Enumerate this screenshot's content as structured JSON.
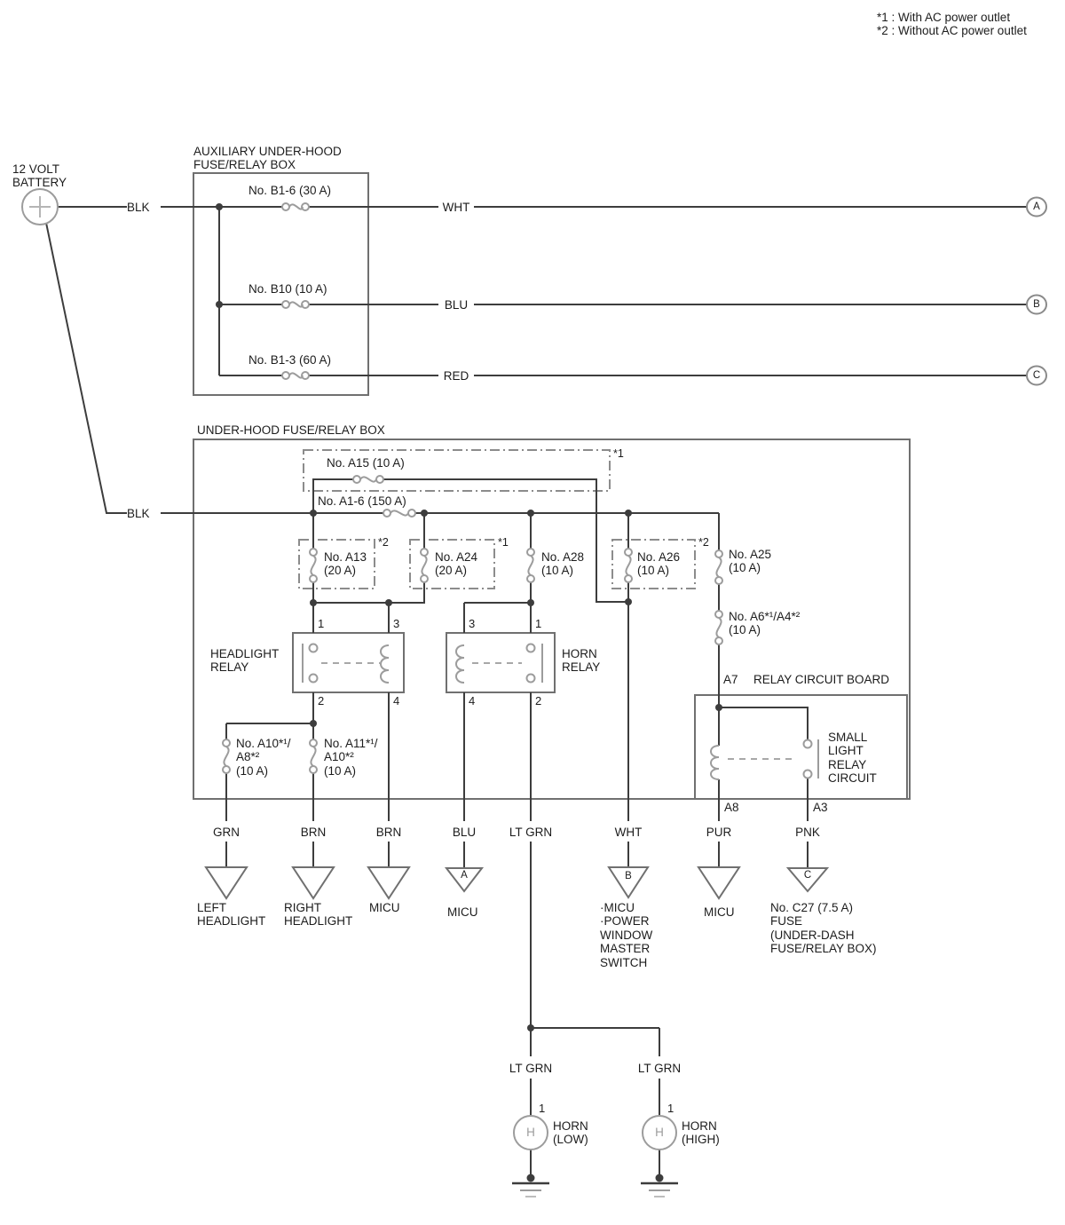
{
  "colors": {
    "ink": "#1c1c1c",
    "wire": "#3d3d3d",
    "box": "#707070",
    "symbol": "#9c9c9c",
    "dashdot": "#8c8c8c",
    "bg": "#ffffff"
  },
  "notes": {
    "text": "*1 : With AC power outlet\n*2 : Without AC power outlet"
  },
  "battery": {
    "label": "12 VOLT\nBATTERY"
  },
  "battery_wire": {
    "label1": "BLK",
    "label2": "BLK"
  },
  "aux_box": {
    "title": "AUXILIARY UNDER-HOOD\nFUSE/RELAY BOX",
    "rows": [
      {
        "fuse": "No. B1-6 (30 A)",
        "wire": "WHT",
        "connector": "A"
      },
      {
        "fuse": "No. B10 (10 A)",
        "wire": "BLU",
        "connector": "B"
      },
      {
        "fuse": "No. B1-3 (60 A)",
        "wire": "RED",
        "connector": "C"
      }
    ]
  },
  "underhood_box": {
    "title": "UNDER-HOOD FUSE/RELAY BOX",
    "fuses": {
      "a15": {
        "label": "No. A15 (10 A)",
        "tag": "*1"
      },
      "a1_6": {
        "label": "No. A1-6 (150 A)"
      },
      "a13": {
        "label": "No. A13\n(20 A)",
        "tag": "*2"
      },
      "a24": {
        "label": "No. A24\n(20 A)",
        "tag": "*1"
      },
      "a28": {
        "label": "No. A28\n(10 A)"
      },
      "a26": {
        "label": "No. A26\n(10 A)",
        "tag": "*2"
      },
      "a25": {
        "label": "No. A25\n(10 A)"
      },
      "a6_a4": {
        "label": "No. A6*¹/A4*²\n(10 A)"
      },
      "a10_a8": {
        "label": "No. A10*¹/\nA8*²\n(10 A)"
      },
      "a11_a10": {
        "label": "No. A11*¹/\nA10*²\n(10 A)"
      }
    },
    "headlight_relay": {
      "label": "HEADLIGHT\nRELAY",
      "pin_top_left": "1",
      "pin_top_right": "3",
      "pin_bottom_left": "2",
      "pin_bottom_right": "4"
    },
    "horn_relay": {
      "label": "HORN\nRELAY",
      "pin_top_left": "3",
      "pin_top_right": "1",
      "pin_bottom_left": "4",
      "pin_bottom_right": "2"
    },
    "relay_circuit_board": {
      "title": "RELAY CIRCUIT BOARD",
      "pin_in": "A7",
      "pin_coil": "A8",
      "pin_contact": "A3",
      "relay_label": "SMALL\nLIGHT\nRELAY\nCIRCUIT"
    }
  },
  "outputs": [
    {
      "wire": "GRN",
      "dest": "LEFT\nHEADLIGHT"
    },
    {
      "wire": "BRN",
      "dest": "RIGHT\nHEADLIGHT"
    },
    {
      "wire": "BRN",
      "dest": "MICU"
    },
    {
      "wire": "BLU",
      "connector": "A",
      "dest": "MICU"
    },
    {
      "wire": "LT GRN"
    },
    {
      "wire": "WHT",
      "connector": "B",
      "dest": "·MICU\n·POWER\nWINDOW\nMASTER\nSWITCH"
    },
    {
      "wire": "PUR",
      "dest": "MICU"
    },
    {
      "wire": "PNK",
      "connector": "C",
      "dest": "No. C27 (7.5 A)\nFUSE\n(UNDER-DASH\nFUSE/RELAY BOX)"
    }
  ],
  "horn_section": {
    "wire_left": "LT GRN",
    "wire_right": "LT GRN",
    "pin_left": "1",
    "pin_right": "1",
    "symbol": "H",
    "label_left": "HORN\n(LOW)",
    "label_right": "HORN\n(HIGH)"
  }
}
